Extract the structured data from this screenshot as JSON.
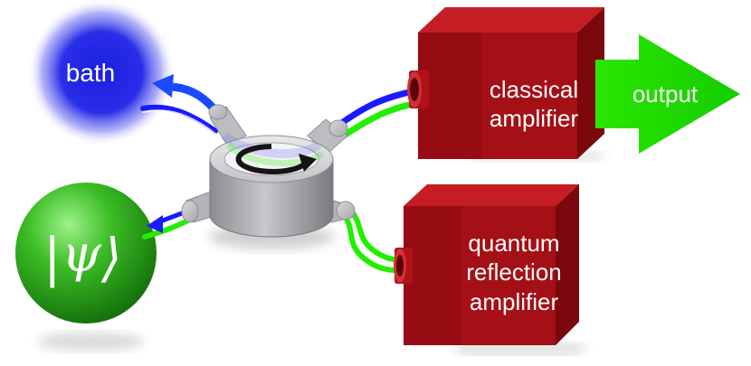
{
  "labels": {
    "bath": "bath",
    "psi_bar_left": "|",
    "psi_symbol": "ψ",
    "psi_bracket_right": "⟩",
    "classical_line1": "classical",
    "classical_line2": "amplifier",
    "output": "output",
    "quantum_line1": "quantum",
    "quantum_line2": "reflection",
    "quantum_line3": "amplifier"
  },
  "colors": {
    "bath_blue": "#2a2ee8",
    "psi_green": "#2fae1c",
    "amp_red": "#a30f17",
    "amp_dark": "#6c070c",
    "arrow_green": "#22e000",
    "wire_blue": "#1a1aff",
    "wire_green": "#22ee00",
    "circulator_gray": "#b8b8bc"
  },
  "icons": {
    "circulator_arrow": "circular-arrow-icon",
    "bath_arrow": "curved-arrow-icon",
    "psi_arrow": "arrow-left-icon"
  }
}
